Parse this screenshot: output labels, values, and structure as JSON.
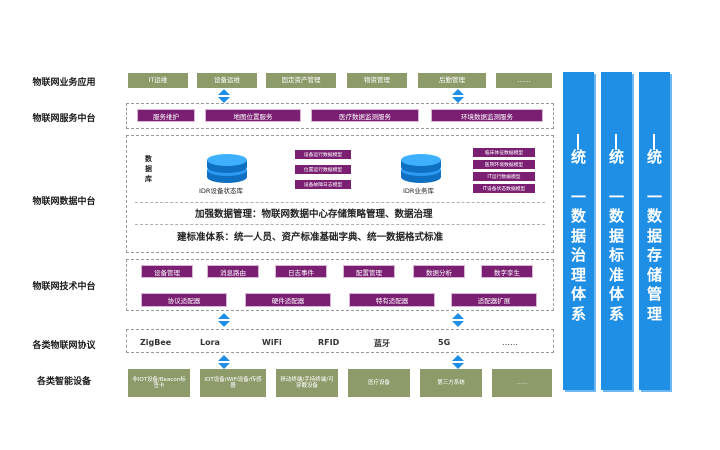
{
  "rows": {
    "business_apps": "物联网业务应用",
    "service_platform": "物联网服务中台",
    "data_platform": "物联网数据中台",
    "tech_platform": "物联网技术中台",
    "protocols": "各类物联网协议",
    "devices": "各类智能设备"
  },
  "apps": [
    "IT运维",
    "设备运维",
    "固定资产管理",
    "物资管理",
    "后勤管理",
    "……"
  ],
  "services": [
    "服务维护",
    "地图位置服务",
    "医疗数据监测服务",
    "环境数据监测服务"
  ],
  "data_center": {
    "db_label": "数据库",
    "db_left": "IDR设备状态库",
    "db_right": "IDR业务库",
    "left_tags": [
      "设备运行数据模型",
      "位置运行数据模型",
      "设备故障日志模型"
    ],
    "right_tags": [
      "临床体征数据模型",
      "医院环境数据模型",
      "IT运行数据模型",
      "IT设备状态数据模型"
    ],
    "line1": "加强数据管理：物联网数据中心存储策略管理、数据治理",
    "line2": "建标准体系：统一人员、资产标准基础字典、统一数据格式标准"
  },
  "tech_top": [
    "设备管理",
    "消息路由",
    "日志事件",
    "配置管理",
    "数据分析",
    "数字孪生"
  ],
  "tech_bottom": [
    "协议适配器",
    "硬件适配器",
    "特有适配器",
    "适配器扩展"
  ],
  "protocols": [
    "ZigBee",
    "Lora",
    "WiFi",
    "RFID",
    "蓝牙",
    "5G",
    "……"
  ],
  "devices": [
    "非IOT设备/Beacon标签卡",
    "IOT设备/WiFi设备/传感器",
    "移动终端/手持终端/可穿戴设备",
    "医疗设备",
    "第三方系统",
    "……"
  ],
  "right_columns": [
    "统一数据治理体系",
    "统一数据标准体系",
    "统一数据存储管理"
  ],
  "colors": {
    "olive": "#8d9a6a",
    "purple": "#7b1f73",
    "blue_column": "#1f8fe6",
    "arrow": "#1f8fe6"
  },
  "icons": [
    "database-icon",
    "double-arrow-icon"
  ]
}
